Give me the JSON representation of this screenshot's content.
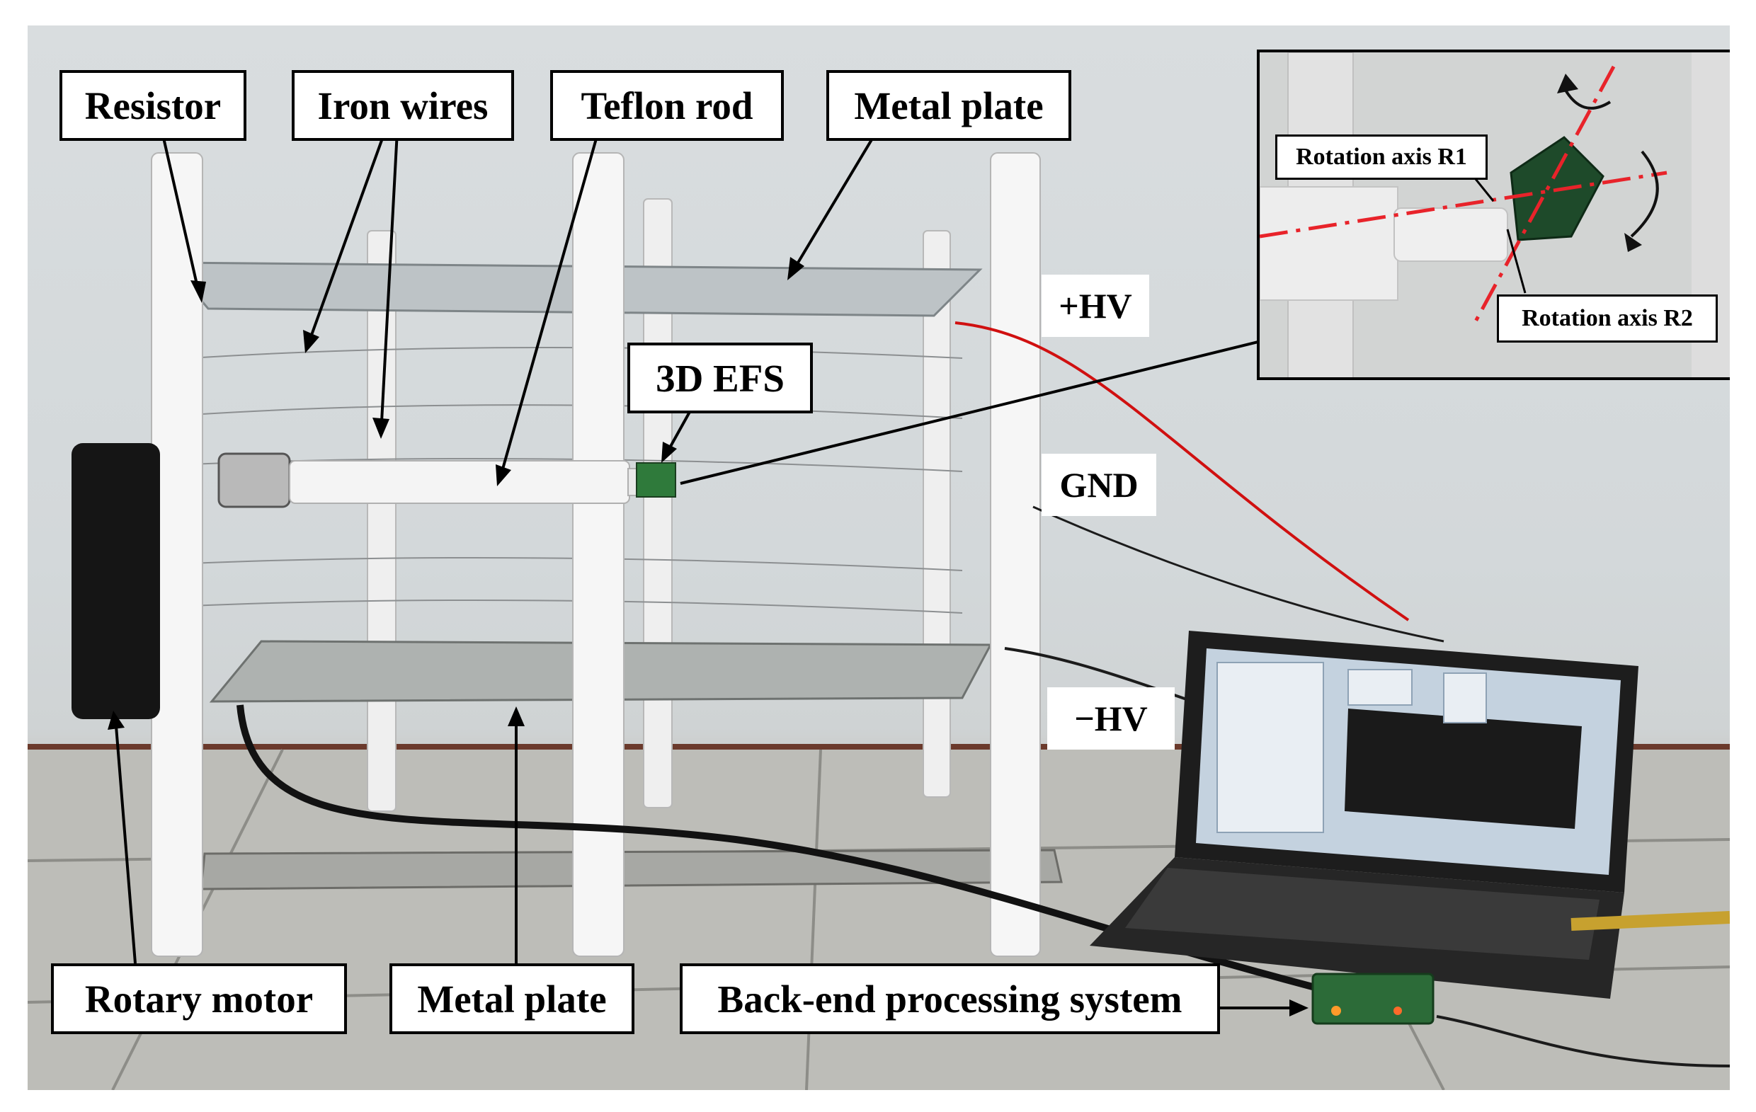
{
  "labels": {
    "resistor": "Resistor",
    "iron_wires": "Iron wires",
    "teflon_rod": "Teflon rod",
    "metal_plate_top": "Metal plate",
    "efs": "3D EFS",
    "plus_hv": "+HV",
    "gnd": "GND",
    "minus_hv": "−HV",
    "rotary_motor": "Rotary motor",
    "metal_plate_bottom": "Metal plate",
    "backend": "Back-end processing system"
  },
  "inset": {
    "axis_r1": "Rotation axis R1",
    "axis_r2": "Rotation axis R2"
  },
  "colors": {
    "axis_line": "#e8232a",
    "hv_wire": "#d01010"
  }
}
